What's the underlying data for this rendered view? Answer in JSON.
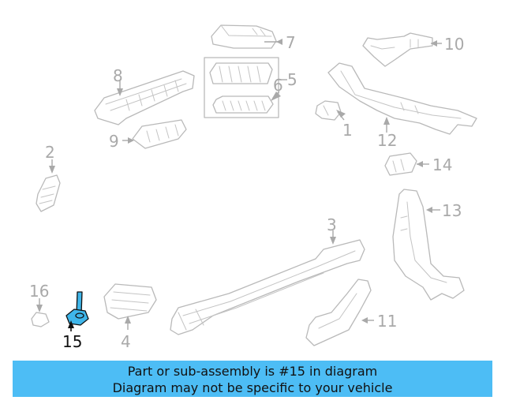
{
  "diagram": {
    "callouts": {
      "c1": "1",
      "c2": "2",
      "c3": "3",
      "c4": "4",
      "c5": "5",
      "c6": "6",
      "c7": "7",
      "c8": "8",
      "c9": "9",
      "c10": "10",
      "c11": "11",
      "c12": "12",
      "c13": "13",
      "c14": "14",
      "c15": "15",
      "c16": "16"
    },
    "highlighted_part": "15",
    "colors": {
      "highlight": "#3fb6ea",
      "banner": "#4dbdf5",
      "line_art": "#b9b9b9",
      "callout": "#a9a9a9"
    }
  },
  "banner": {
    "line1": "Part or sub-assembly is #15 in diagram",
    "line2": "Diagram may not be specific to your vehicle"
  }
}
